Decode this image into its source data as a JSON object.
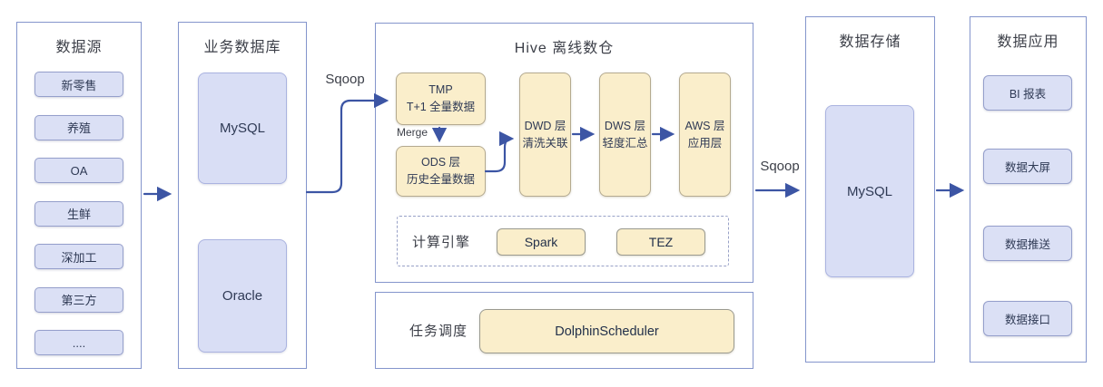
{
  "colors": {
    "panel_border": "#8495cc",
    "purple_fill": "#dbe0f5",
    "purple_border": "#959fcb",
    "db_fill": "#d9def5",
    "db_border": "#aab3e0",
    "cream_fill": "#faeecb",
    "cream_border": "#b4aa90",
    "engine_border": "#9a9a90",
    "arrow": "#3c55a4"
  },
  "panels": {
    "data_sources": {
      "title": "数据源",
      "items": [
        "新零售",
        "养殖",
        "OA",
        "生鲜",
        "深加工",
        "第三方",
        "...."
      ]
    },
    "business_db": {
      "title": "业务数据库",
      "mysql": "MySQL",
      "oracle": "Oracle"
    },
    "hive": {
      "title": "Hive 离线数仓",
      "tmp": {
        "line1": "TMP",
        "line2": "T+1 全量数据"
      },
      "ods": {
        "line1": "ODS 层",
        "line2": "历史全量数据"
      },
      "dwd": {
        "line1": "DWD 层",
        "line2": "清洗关联"
      },
      "dws": {
        "line1": "DWS 层",
        "line2": "轻度汇总"
      },
      "aws": {
        "line1": "AWS 层",
        "line2": "应用层"
      },
      "compute": {
        "label": "计算引擎",
        "engines": [
          "Spark",
          "TEZ"
        ]
      }
    },
    "task": {
      "label": "任务调度",
      "scheduler": "DolphinScheduler"
    },
    "storage": {
      "title": "数据存储",
      "mysql": "MySQL"
    },
    "apps": {
      "title": "数据应用",
      "items": [
        "BI 报表",
        "数据大屏",
        "数据推送",
        "数据接口"
      ]
    }
  },
  "labels": {
    "sqoop_in": "Sqoop",
    "sqoop_out": "Sqoop",
    "merge": "Merge"
  }
}
